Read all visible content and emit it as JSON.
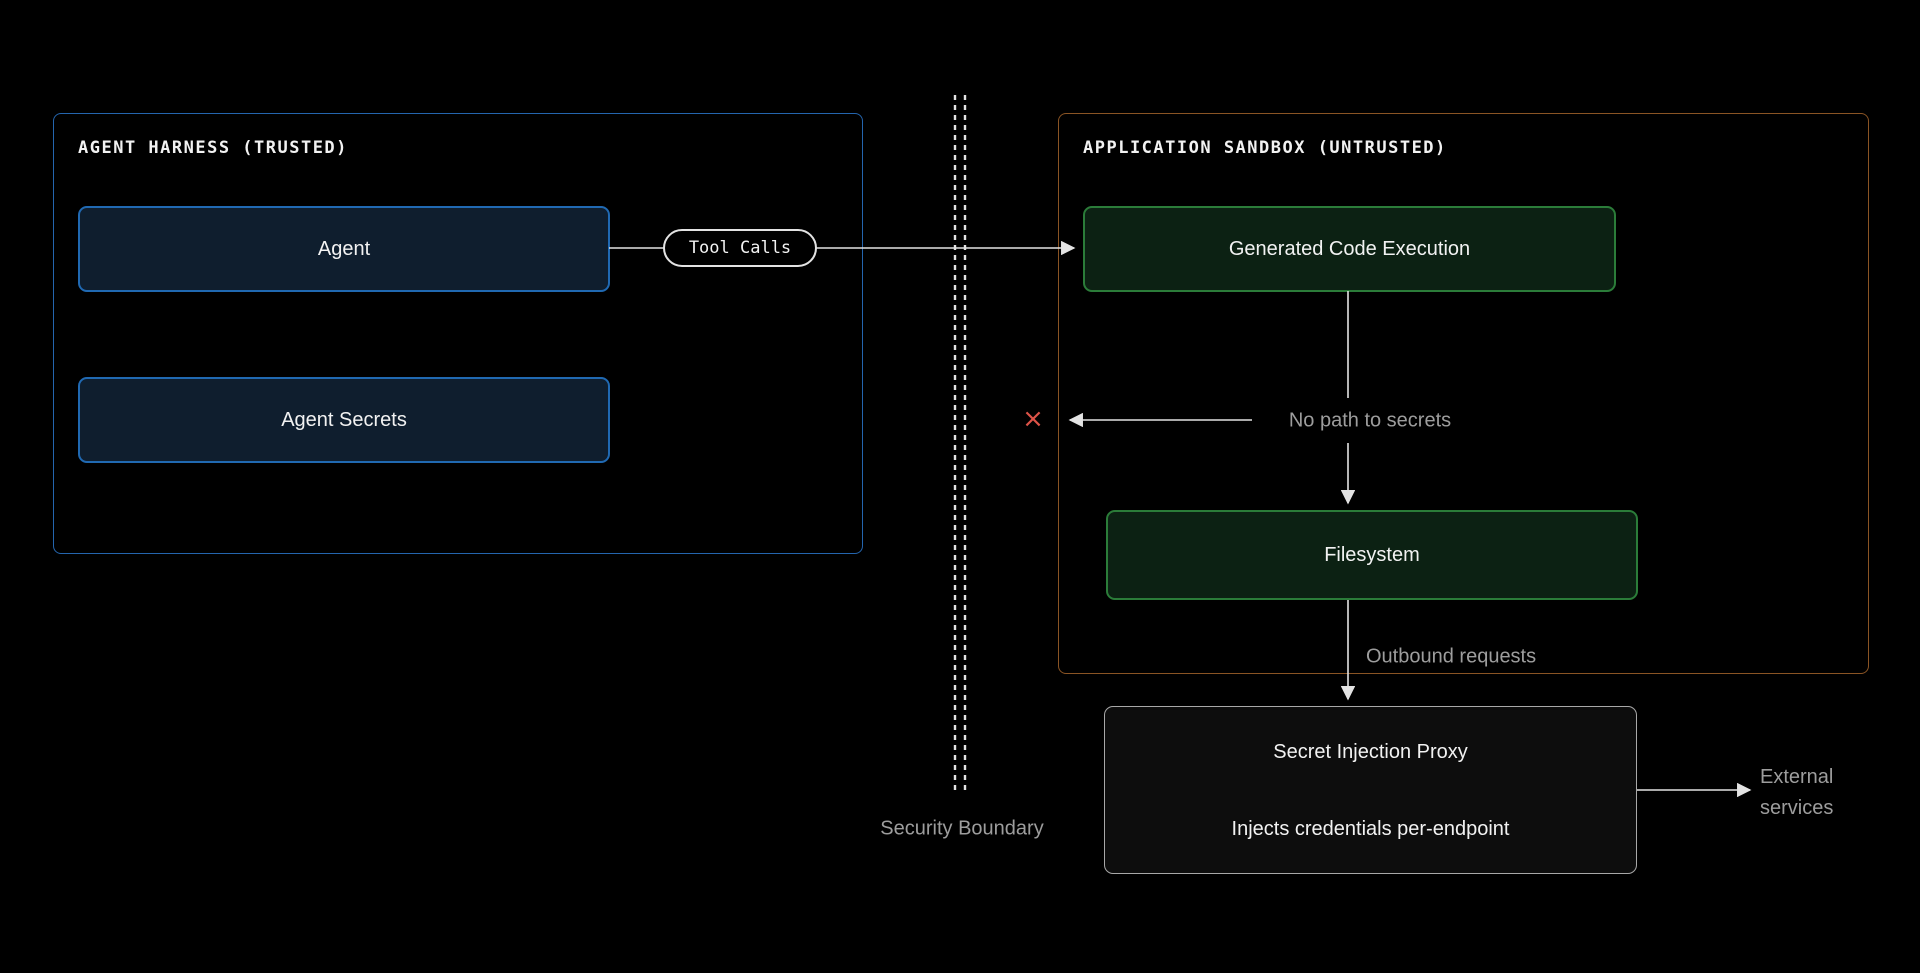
{
  "colors": {
    "bg": "#000000",
    "text": "#f2f2f2",
    "muted_text": "#9d9d9d",
    "line": "#e3e3e3",
    "harness_border": "#2465ae",
    "blue_node_fill": "#0f1e2e",
    "blue_node_border": "#2069b2",
    "sandbox_border": "#8a5424",
    "green_node_fill": "#0c2113",
    "green_node_border": "#2b7c39",
    "proxy_fill": "#0d0d0d",
    "proxy_border": "#a8a8a8",
    "blocked_x": "#dd5348"
  },
  "harness": {
    "title": "AGENT HARNESS (TRUSTED)",
    "nodes": [
      {
        "label": "Agent"
      },
      {
        "label": "Agent Secrets"
      }
    ]
  },
  "sandbox": {
    "title": "APPLICATION SANDBOX (UNTRUSTED)",
    "nodes": [
      {
        "label": "Generated Code Execution"
      },
      {
        "label": "Filesystem"
      }
    ]
  },
  "connectors": {
    "tool_calls": "Tool Calls",
    "no_path": "No path to secrets",
    "outbound": "Outbound requests",
    "blocked_mark": "×"
  },
  "boundary": {
    "label": "Security Boundary"
  },
  "proxy": {
    "title": "Secret Injection Proxy",
    "subtitle": "Injects credentials per-endpoint"
  },
  "external": {
    "line1": "External",
    "line2": "services"
  }
}
